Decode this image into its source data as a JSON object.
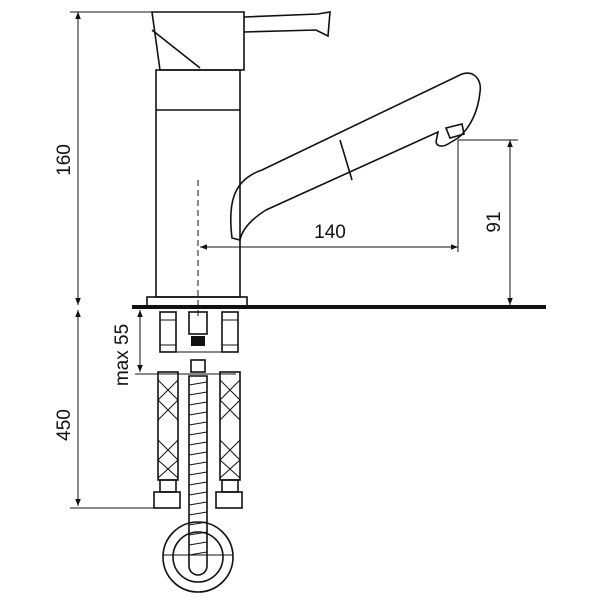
{
  "dimensions": {
    "total_height": "160",
    "spout_reach": "140",
    "spout_height": "91",
    "hose_length": "450",
    "max_counter_thickness": "max 55"
  },
  "colors": {
    "line": "#111111",
    "background": "#ffffff"
  }
}
